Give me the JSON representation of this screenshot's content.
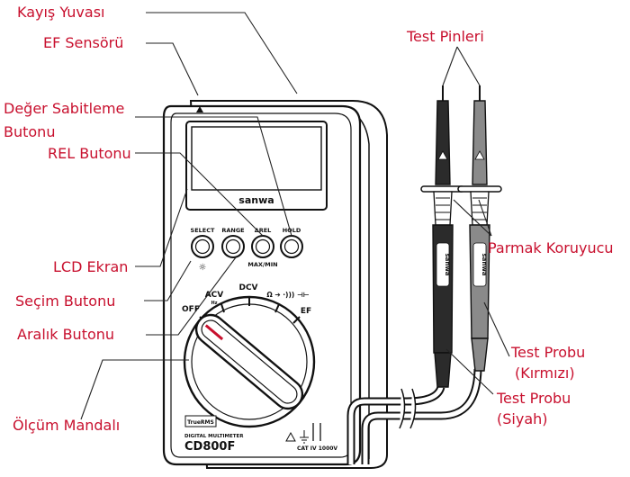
{
  "labels": {
    "recording_slot": "Kayış Yuvası",
    "ef_sensor": "EF Sensörü",
    "hold_button_line1": "Değer Sabitleme",
    "hold_button_line2": "Butonu",
    "rel_button": "REL Butonu",
    "lcd_screen": "LCD Ekran",
    "select_button": "Seçim Butonu",
    "range_button": "Aralık Butonu",
    "measurement_dial": "Ölçüm Mandalı",
    "test_pins": "Test Pinleri",
    "finger_guard": "Parmak Koruyucu",
    "probe_red_line1": "Test Probu",
    "probe_red_line2": "(Kırmızı)",
    "probe_black_line1": "Test Probu",
    "probe_black_line2": "(Siyah)"
  },
  "device": {
    "brand": "sanwa",
    "btn_select": "SELECT",
    "btn_range": "RANGE",
    "btn_rel": "ΔREL",
    "btn_hold": "HOLD",
    "btn_maxmin": "MAX/MIN",
    "dial_off": "OFF",
    "dial_acv": "ACV",
    "dial_acv_sub": "Hz",
    "dial_dcv": "DCV",
    "dial_ohm": "Ω ➔ ·))) ⊣⊢",
    "dial_ef": "EF",
    "model_badge": "TrueRMS",
    "model_sub": "DIGITAL MULTIMETER",
    "model": "CD800F",
    "cat_rating": "CAT IV 1000V",
    "probe_brand": "sanwa",
    "backlight_symbol": "☼"
  }
}
